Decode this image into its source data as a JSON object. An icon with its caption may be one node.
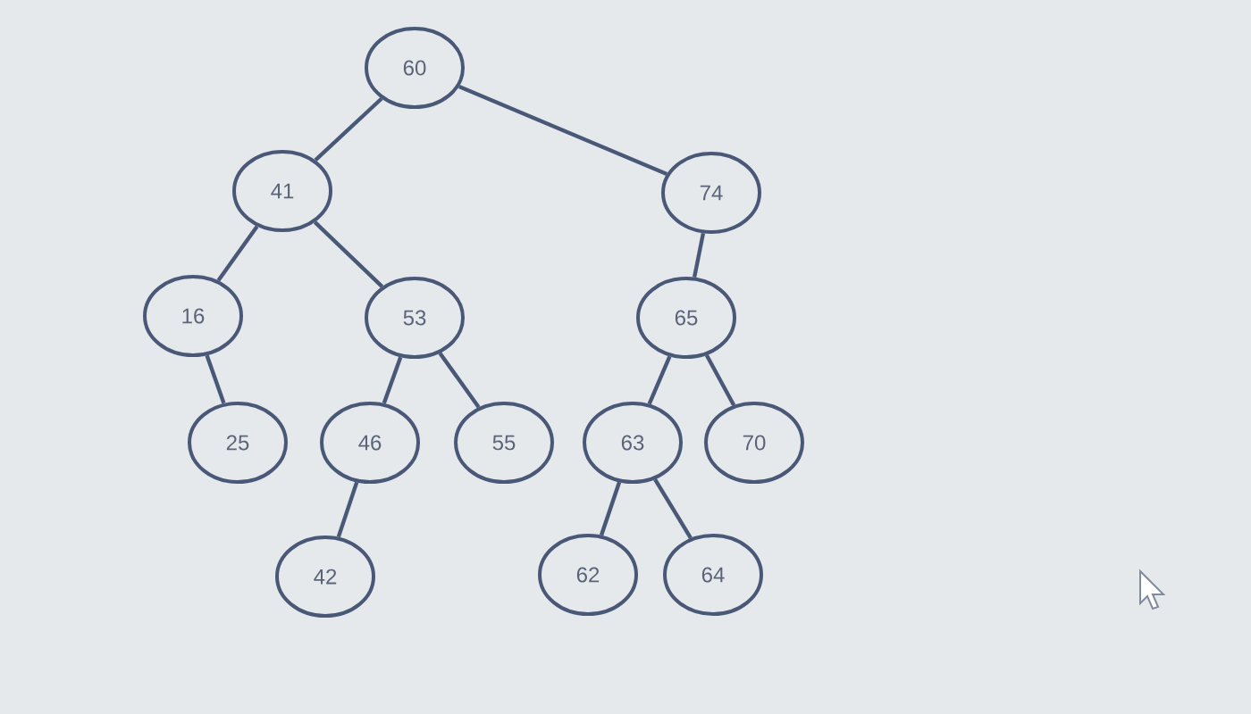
{
  "diagram": {
    "nodes": [
      {
        "text": [
          "60"
        ]
      },
      {
        "text": [
          "41"
        ]
      },
      {
        "text": [
          "74"
        ]
      },
      {
        "text": [
          "16"
        ]
      },
      {
        "text": [
          "53"
        ]
      },
      {
        "text": [
          "65"
        ]
      },
      {
        "text": [
          "25"
        ]
      },
      {
        "text": [
          "46"
        ]
      },
      {
        "text": [
          "55"
        ]
      },
      {
        "text": [
          "63"
        ]
      },
      {
        "text": [
          "70"
        ]
      },
      {
        "text": [
          "42"
        ]
      },
      {
        "text": [
          "62"
        ]
      },
      {
        "text": [
          "64"
        ]
      }
    ],
    "edges": [
      {
        "from": 0,
        "to": 1,
        "arrow": "none"
      },
      {
        "from": 0,
        "to": 2,
        "arrow": "none"
      },
      {
        "from": 1,
        "to": 3,
        "arrow": "none"
      },
      {
        "from": 1,
        "to": 4,
        "arrow": "none"
      },
      {
        "from": 2,
        "to": 5,
        "arrow": "none"
      },
      {
        "from": 3,
        "to": 6,
        "arrow": "none"
      },
      {
        "from": 4,
        "to": 7,
        "arrow": "none"
      },
      {
        "from": 4,
        "to": 8,
        "arrow": "none"
      },
      {
        "from": 5,
        "to": 9,
        "arrow": "none"
      },
      {
        "from": 5,
        "to": 10,
        "arrow": "none"
      },
      {
        "from": 7,
        "to": 11,
        "arrow": "none"
      },
      {
        "from": 9,
        "to": 12,
        "arrow": "none"
      },
      {
        "from": 9,
        "to": 13,
        "arrow": "none"
      }
    ]
  }
}
